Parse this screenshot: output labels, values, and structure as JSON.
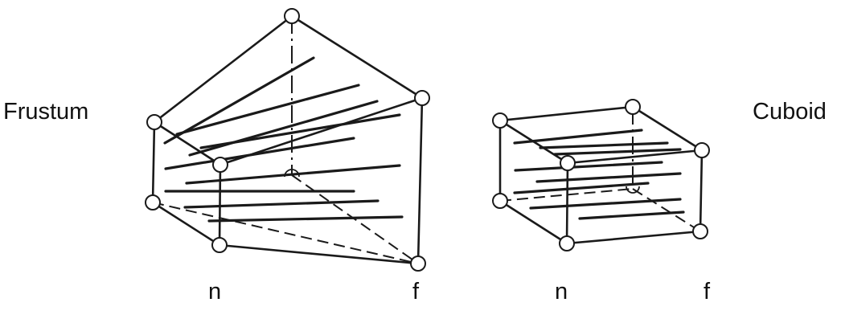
{
  "labels": {
    "frustum": "Frustum",
    "cuboid": "Cuboid",
    "frustum_near": "n",
    "frustum_far": "f",
    "cuboid_near": "n",
    "cuboid_far": "f"
  },
  "colors": {
    "stroke": "#1a1a1a",
    "background": "#ffffff"
  }
}
